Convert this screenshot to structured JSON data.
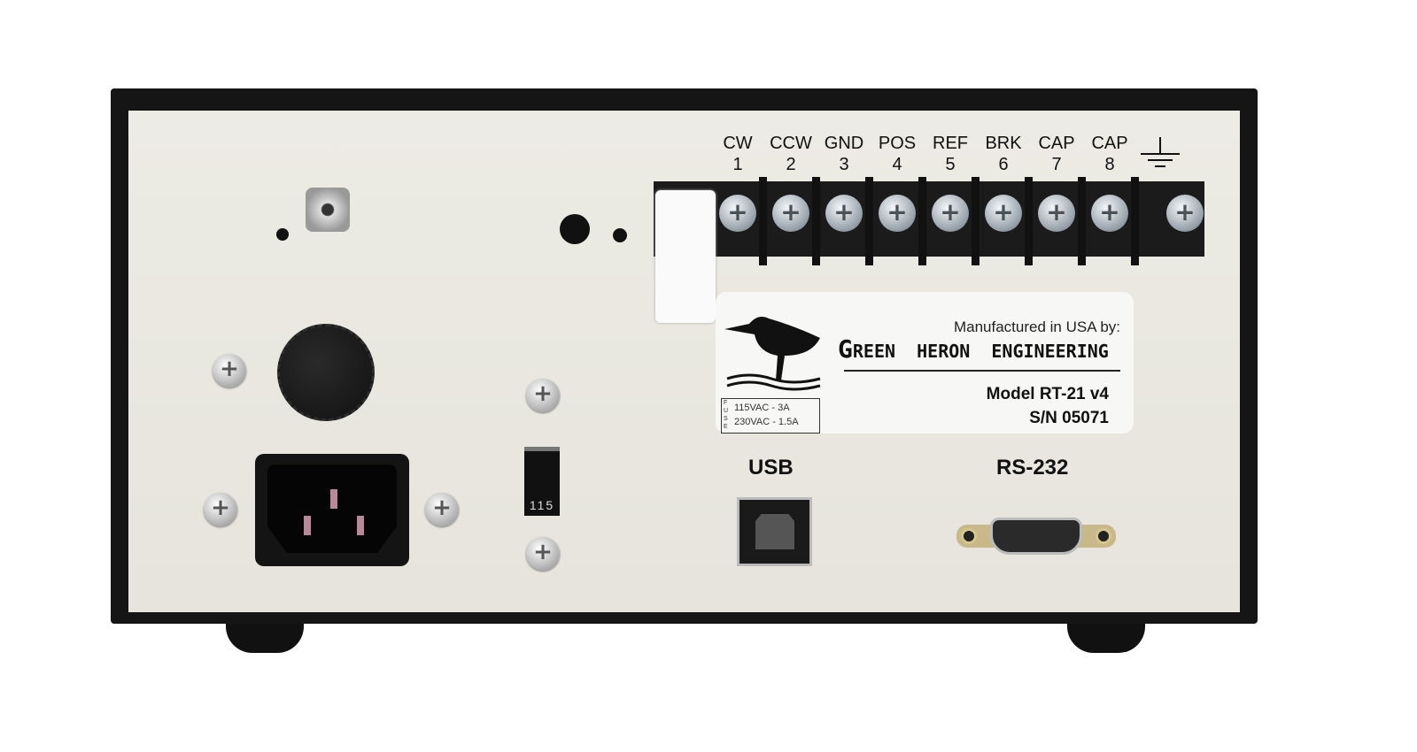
{
  "terminals": [
    {
      "name": "CW",
      "number": "1"
    },
    {
      "name": "CCW",
      "number": "2"
    },
    {
      "name": "GND",
      "number": "3"
    },
    {
      "name": "POS",
      "number": "4"
    },
    {
      "name": "REF",
      "number": "5"
    },
    {
      "name": "BRK",
      "number": "6"
    },
    {
      "name": "CAP",
      "number": "7"
    },
    {
      "name": "CAP",
      "number": "8"
    }
  ],
  "ground_symbol": "ground-icon",
  "label": {
    "manufactured": "Manufactured in USA by:",
    "company_g": "G",
    "company_rest": "REEN  HERON  ENGINEERING",
    "model": "Model RT-21 v4",
    "serial": "S/N 05071",
    "fuse_letters": "FUSE",
    "fuse_115": "115VAC - 3A",
    "fuse_230": "230VAC - 1.5A"
  },
  "voltage_switch": "115",
  "ports": {
    "usb": "USB",
    "rs232": "RS-232"
  },
  "colors": {
    "panel": "#ecebe4",
    "chassis": "#151515"
  }
}
